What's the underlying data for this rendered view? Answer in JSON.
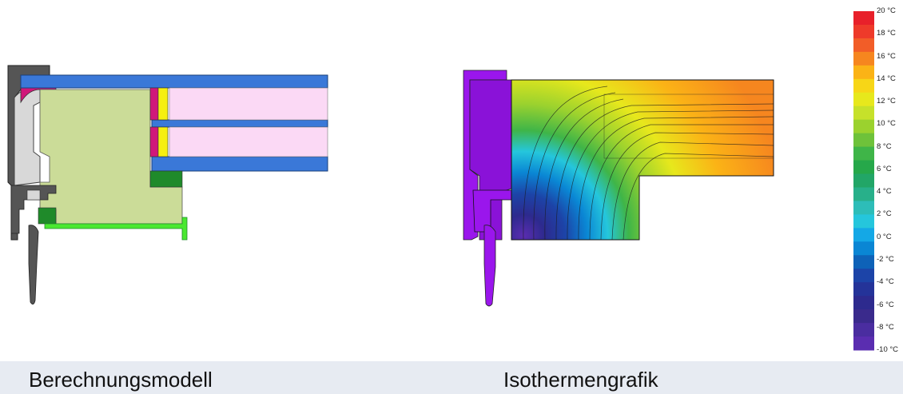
{
  "captions": {
    "model": "Berechnungsmodell",
    "isotherm": "Isothermengrafik"
  },
  "colors": {
    "caption_bar": "#e7ebf2",
    "glass_blue": "#3a78d8",
    "pane_fill": "#fbd9f5",
    "spacer_yellow": "#f6f010",
    "insulation_green": "#cbdc98",
    "seal_magenta": "#d0187a",
    "frame_grey": "#555555",
    "profile_light": "#d8d8d8",
    "gasket_green": "#1f8a2a",
    "trim_green": "#4ae830",
    "aluminium_violet": "#9a16ec"
  },
  "temperature_scale": {
    "unit": "°C",
    "labels": [
      "20 °C",
      "18 °C",
      "16 °C",
      "14 °C",
      "12 °C",
      "10 °C",
      "8 °C",
      "6 °C",
      "4 °C",
      "2 °C",
      "0 °C",
      "-2 °C",
      "-4 °C",
      "-6 °C",
      "-8 °C",
      "-10 °C"
    ],
    "bands": [
      "#e8202a",
      "#ee3a2a",
      "#f25d28",
      "#f6861f",
      "#fbb316",
      "#f7d617",
      "#e7e81c",
      "#c6e12a",
      "#9bd22e",
      "#6ec23a",
      "#3fb548",
      "#26a84a",
      "#22a667",
      "#28b08a",
      "#2dbdb8",
      "#25c6dc",
      "#14a8e6",
      "#0a86d4",
      "#0e62b8",
      "#1c44a8",
      "#243399",
      "#2d2a8e",
      "#3a2a8c",
      "#4a2da0",
      "#5a2db0"
    ]
  }
}
